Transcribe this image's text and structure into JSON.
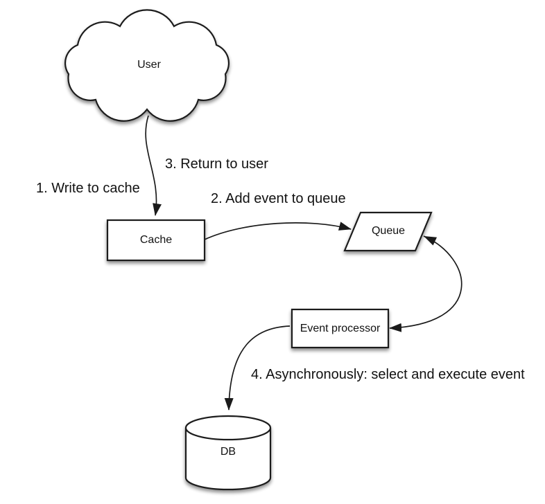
{
  "colors": {
    "background": "#ffffff",
    "shape_fill": "#ffffff",
    "stroke": "#1a1a1a",
    "text": "#111111"
  },
  "diagram": {
    "nodes": [
      {
        "id": "user",
        "shape": "cloud",
        "label": "User"
      },
      {
        "id": "cache",
        "shape": "rectangle",
        "label": "Cache"
      },
      {
        "id": "queue",
        "shape": "parallelogram",
        "label": "Queue"
      },
      {
        "id": "event-processor",
        "shape": "rectangle",
        "label": "Event processor"
      },
      {
        "id": "db",
        "shape": "cylinder",
        "label": "DB"
      }
    ],
    "edges": [
      {
        "from": "user",
        "to": "cache",
        "label": "1. Write to cache",
        "bidirectional": false
      },
      {
        "from": "cache",
        "to": "queue",
        "label": "2. Add event to queue",
        "bidirectional": false
      },
      {
        "from": "cache",
        "to": "user",
        "label": "3. Return to user",
        "bidirectional": false
      },
      {
        "from": "queue",
        "to": "event-processor",
        "label": "",
        "bidirectional": true
      },
      {
        "from": "event-processor",
        "to": "db",
        "label": "4. Asynchronously: select and execute event",
        "bidirectional": false
      }
    ]
  }
}
